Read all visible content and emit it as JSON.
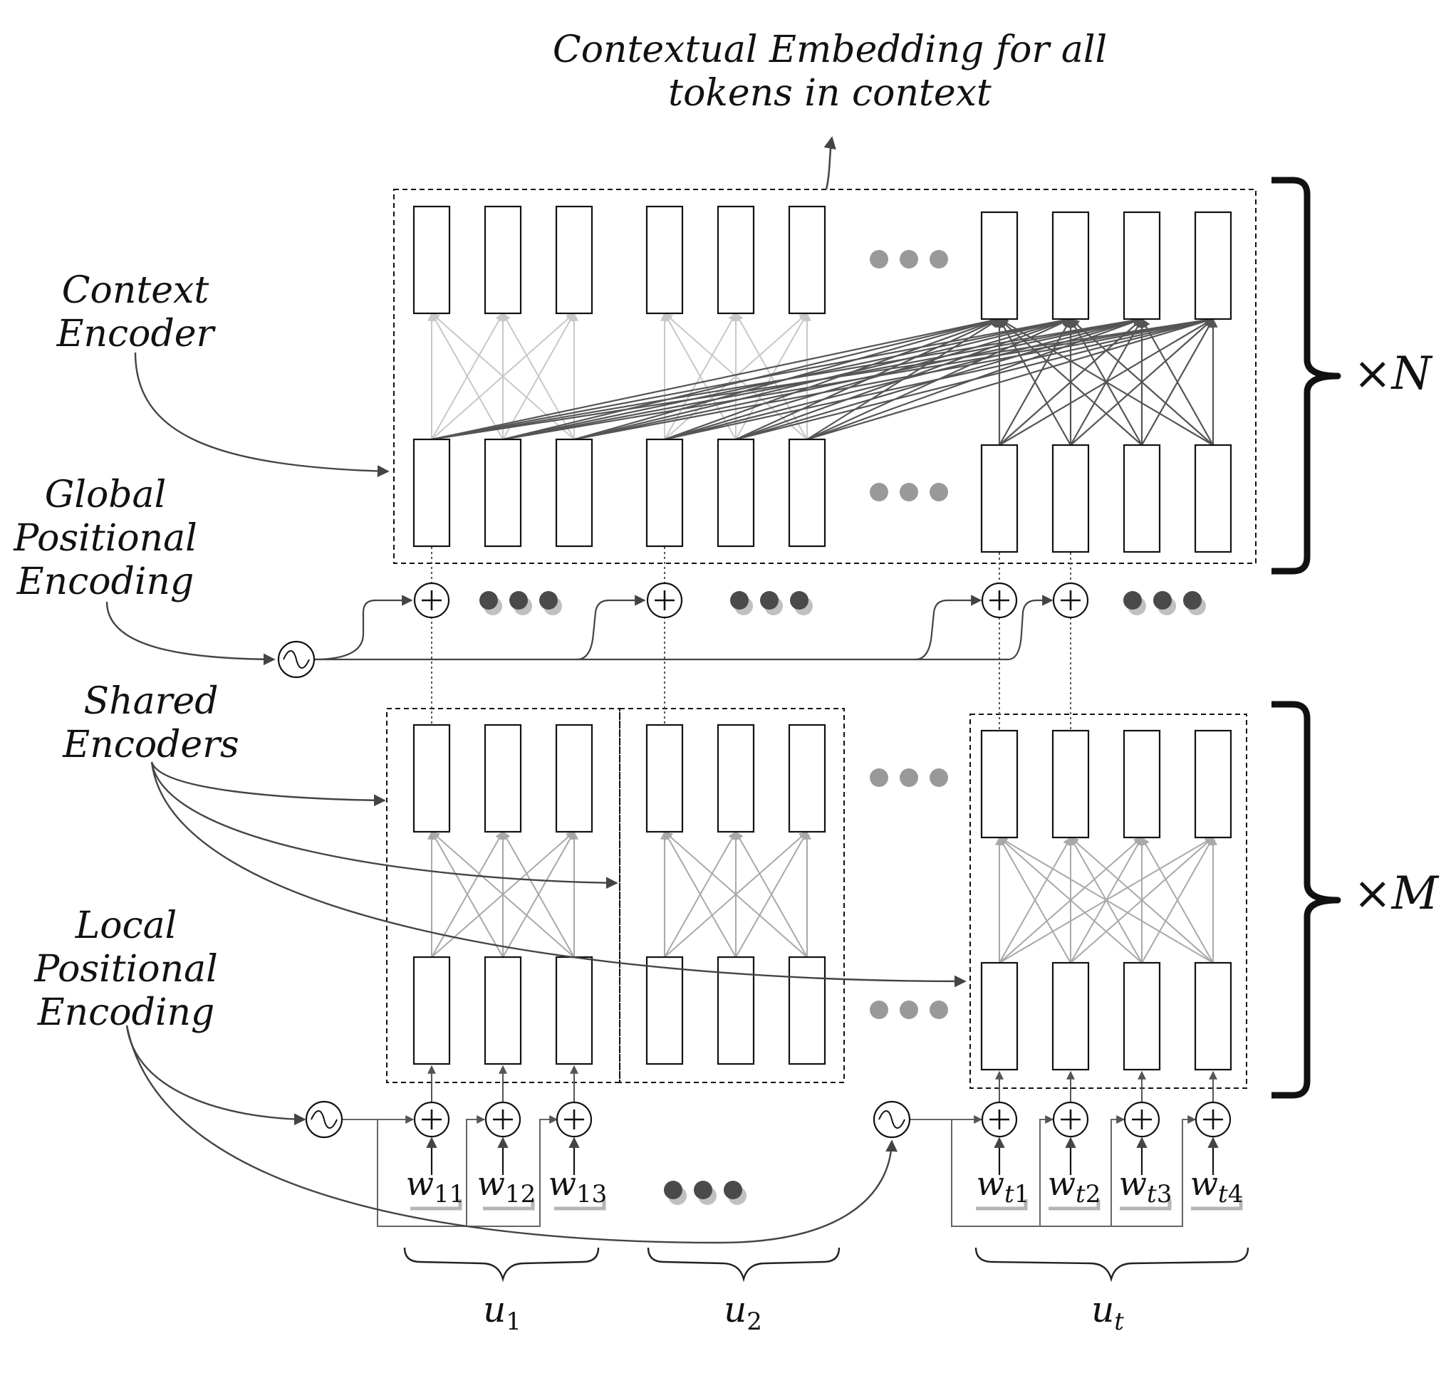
{
  "title": "Contextual Embedding for all tokens in context",
  "labels": {
    "context_encoder": "Context Encoder",
    "global_pe": "Global Positional Encoding",
    "shared_encoders": "Shared Encoders",
    "local_pe": "Local Positional Encoding"
  },
  "repeat": {
    "top": "×N",
    "bottom": "×M",
    "top_base": "×",
    "top_var": "N",
    "bottom_base": "×",
    "bottom_var": "M"
  },
  "words": [
    {
      "base": "w",
      "sub": "11"
    },
    {
      "base": "w",
      "sub": "12"
    },
    {
      "base": "w",
      "sub": "13"
    },
    {
      "base": "w",
      "sub_var": "t",
      "sub_num": "1"
    },
    {
      "base": "w",
      "sub_var": "t",
      "sub_num": "2"
    },
    {
      "base": "w",
      "sub_var": "t",
      "sub_num": "3"
    },
    {
      "base": "w",
      "sub_var": "t",
      "sub_num": "4"
    }
  ],
  "utterances": [
    {
      "base": "u",
      "sub": "1"
    },
    {
      "base": "u",
      "sub": "2"
    },
    {
      "base": "u",
      "sub_var": "t"
    }
  ],
  "colors": {
    "stroke": "#111111",
    "light_edge": "#c8c8c8",
    "mid_edge": "#a9a9a9",
    "dark_edge": "#555555",
    "dot_gray": "#999999",
    "dot_dark": "#4a4a4a"
  }
}
